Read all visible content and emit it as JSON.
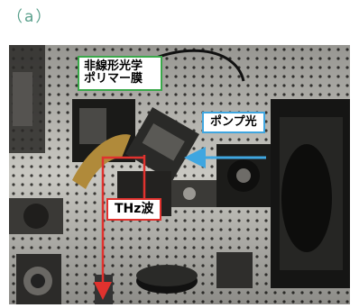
{
  "panel": {
    "label": "（a）",
    "label_color": "#5aa08c"
  },
  "photo": {
    "callouts": {
      "polymer_line1": "非線形光学",
      "polymer_line2": "ポリマー膜",
      "pump_light": "ポンプ光",
      "thz_wave": "THz波"
    },
    "colors": {
      "polymer_border": "#3aa84a",
      "pump_border": "#3fa6e0",
      "thz_border": "#e0322e",
      "pump_arrow": "#3fa6e0",
      "thz_path": "#e0322e"
    }
  }
}
